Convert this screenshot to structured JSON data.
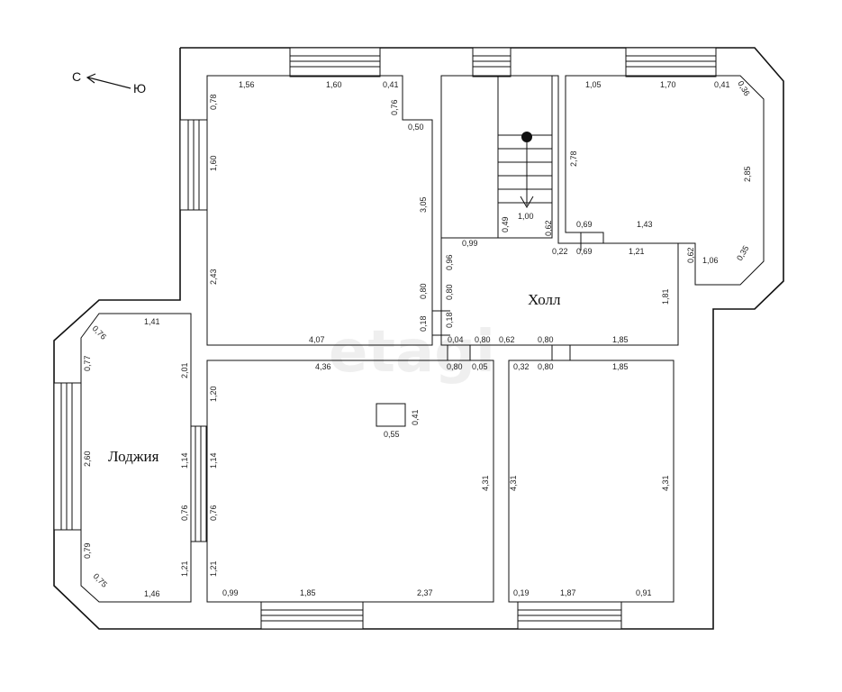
{
  "compass": {
    "left": "С",
    "right": "Ю"
  },
  "watermark": "etagi",
  "rooms": {
    "hall": "Холл",
    "loggia": "Лоджия"
  },
  "dims": {
    "tl_top1": "1,56",
    "tl_top2": "1,60",
    "tl_top3": "0,41",
    "tl_left1": "0,78",
    "tl_left2": "1,60",
    "tl_left3": "2,43",
    "tl_r1": "0,76",
    "tl_r2": "0,50",
    "tl_r3": "3,05",
    "tl_r4": "0,80",
    "tl_r5": "0,18",
    "tl_bottom": "4,07",
    "st_w": "1,00",
    "st_a": "0,49",
    "st_b": "0,62",
    "st_c": "0,99",
    "st_d": "0,96",
    "hall_a": "0,80",
    "hall_b": "0,18",
    "hall_c": "0,04",
    "hall_d": "0,80",
    "hall_e": "0,62",
    "hall_f": "0,80",
    "hall_g": "1,85",
    "hall_h": "1,81",
    "hall_i": "0,22",
    "hall_j": "0,69",
    "hall_k": "1,21",
    "hall_l": "0,69",
    "hall_m": "1,43",
    "tr_top1": "1,05",
    "tr_top2": "1,70",
    "tr_top3": "0,41",
    "tr_top4": "0,36",
    "tr_l": "2,78",
    "tr_r": "2,85",
    "tr_b1": "0,62",
    "tr_b2": "1,06",
    "tr_b3": "0,35",
    "lg_top": "1,41",
    "lg_d1": "0,76",
    "lg_l1": "0,77",
    "lg_l2": "2,60",
    "lg_l3": "0,79",
    "lg_d2": "0,75",
    "lg_bottom": "1,46",
    "lg_r": "2,01",
    "bl_top": "4,36",
    "bl_l1": "1,20",
    "bl_l2": "1,14",
    "bl_l3": "0,76",
    "bl_l4": "1,21",
    "bl_w1": "1,14",
    "bl_w2": "0,76",
    "bl_w3": "1,21",
    "bl_b1": "0,99",
    "bl_b2": "1,85",
    "bl_b3": "2,37",
    "bl_r": "4,31",
    "bl_bt1": "0,80",
    "bl_bt2": "0,05",
    "bl_box_w": "0,55",
    "bl_box_h": "0,41",
    "br_t1": "0,32",
    "br_t2": "0,80",
    "br_t3": "1,85",
    "br_l": "4,31",
    "br_r": "4,31",
    "br_b1": "0,19",
    "br_b2": "1,87",
    "br_b3": "0,91"
  }
}
